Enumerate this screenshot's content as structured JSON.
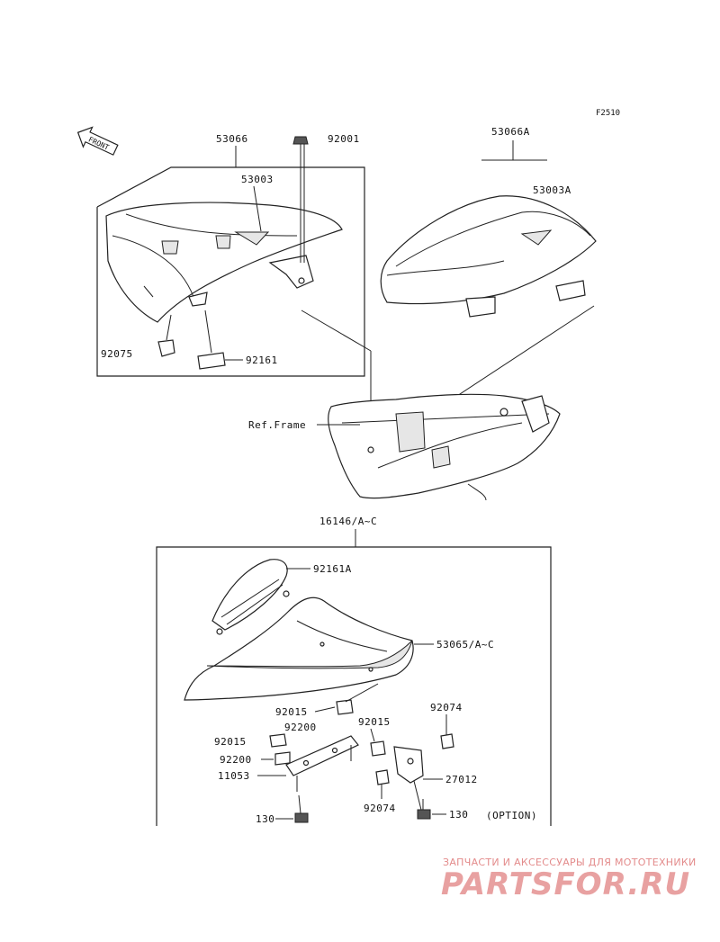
{
  "diagram_code": "F2510",
  "front_label": "FRONT",
  "labels": {
    "seat_assy": "53066",
    "seat_assy_a": "53066A",
    "bolt_top": "92001",
    "seat_cover": "53003",
    "seat_cover_a": "53003A",
    "damper_92075": "92075",
    "clip_92161": "92161",
    "ref_frame": "Ref.Frame",
    "cowl_kit": "16146/A~C",
    "clip_92161a": "92161A",
    "cowl_53065": "53065/A~C",
    "part_92074_top": "92074",
    "nut_92015_a": "92015",
    "damper_92200_a": "92200",
    "nut_92015_b": "92015",
    "nut_92015_c": "92015",
    "damper_92200_b": "92200",
    "bracket_11053": "11053",
    "bracket_27012": "27012",
    "part_92074_bottom": "92074",
    "bolt_130_left": "130",
    "bolt_130_right": "130",
    "option_note": "(OPTION)"
  },
  "watermark": {
    "tagline": "ЗАПЧАСТИ И АКСЕССУАРЫ ДЛЯ МОТОТЕХНИКИ",
    "logo": "PARTSFOR.RU"
  }
}
